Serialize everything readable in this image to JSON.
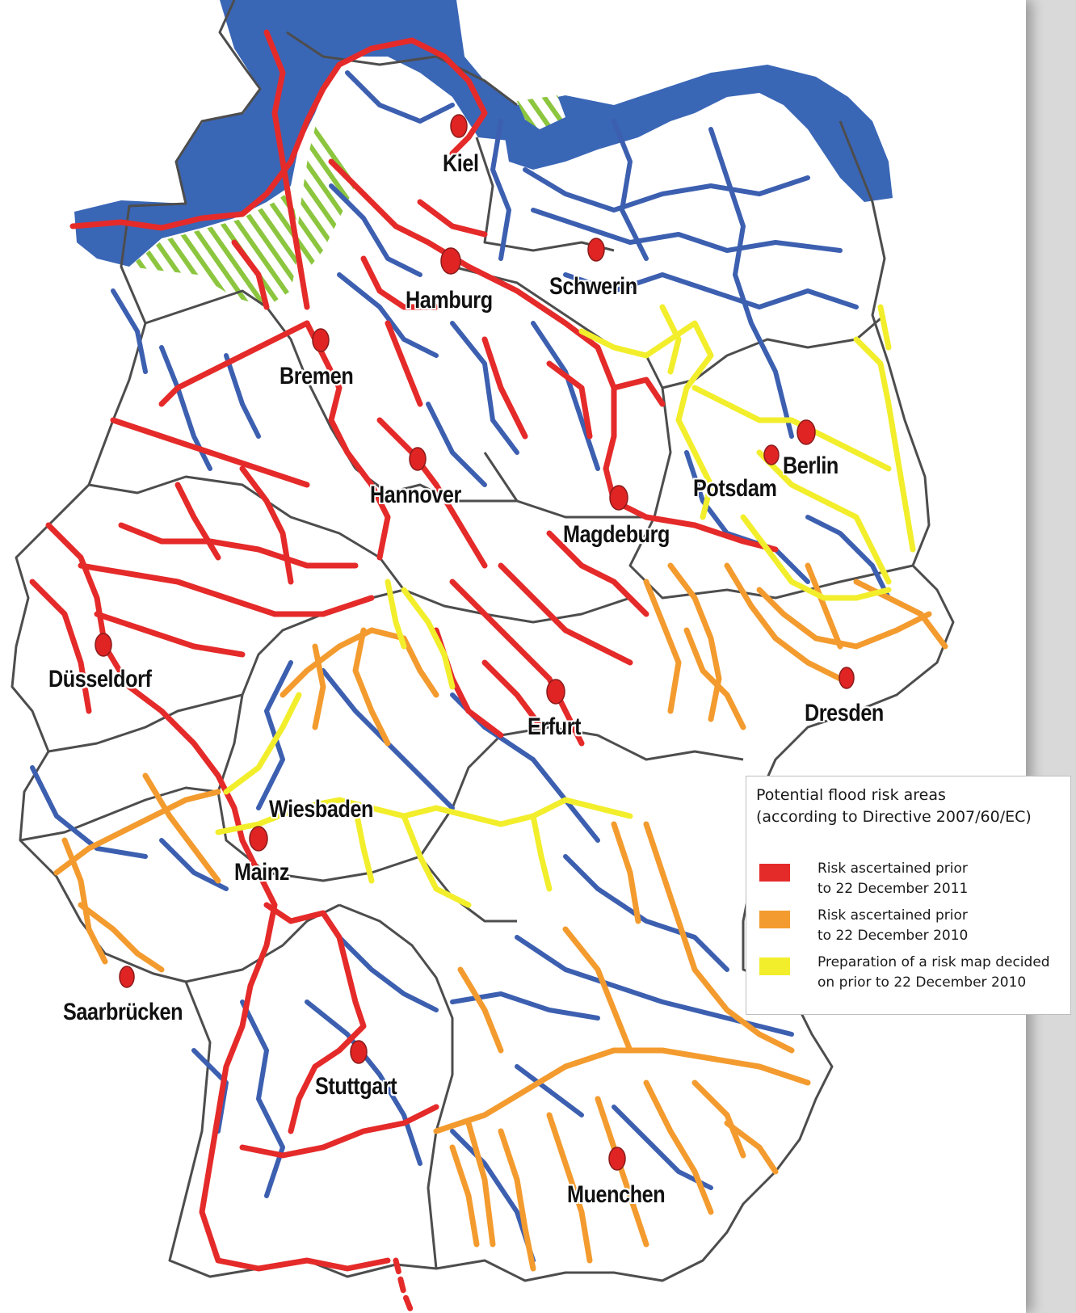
{
  "colors": {
    "background": "#ffffff",
    "sea": "#3a66b6",
    "river_blue": "#3c5fb0",
    "risk_2011": "#e52a2a",
    "risk_2010": "#f39b2e",
    "risk_map_planned": "#f2ee2c",
    "border": "#4d4d4d",
    "hatch_green": "#8cc63f",
    "city_marker": "#e02424"
  },
  "cities": [
    {
      "name": "Kiel"
    },
    {
      "name": "Schwerin"
    },
    {
      "name": "Hamburg"
    },
    {
      "name": "Bremen"
    },
    {
      "name": "Berlin"
    },
    {
      "name": "Potsdam"
    },
    {
      "name": "Hannover"
    },
    {
      "name": "Magdeburg"
    },
    {
      "name": "Düsseldorf"
    },
    {
      "name": "Erfurt"
    },
    {
      "name": "Dresden"
    },
    {
      "name": "Wiesbaden"
    },
    {
      "name": "Mainz"
    },
    {
      "name": "Saarbrücken"
    },
    {
      "name": "Stuttgart"
    },
    {
      "name": "Muenchen"
    }
  ],
  "legend": {
    "title_line1": "Potential flood risk areas",
    "title_line2": "(according to Directive 2007/60/EC)",
    "items": [
      {
        "line1": "Risk ascertained prior",
        "line2": "to 22 December 2011",
        "color": "#e52a2a"
      },
      {
        "line1": "Risk ascertained prior",
        "line2": "to 22 December 2010",
        "color": "#f39b2e"
      },
      {
        "line1": "Preparation of a risk map decided",
        "line2": "on prior to 22 December 2010",
        "color": "#f2ee2c"
      }
    ]
  }
}
